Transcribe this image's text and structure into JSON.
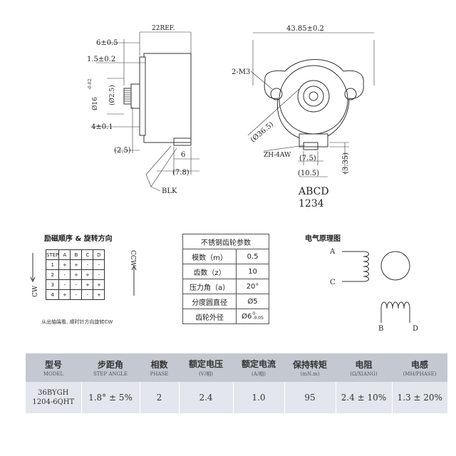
{
  "drawing": {
    "side": {
      "dim_6": "6±0.5",
      "dim_22ref": "22REF.",
      "dim_1_5": "1.5±0.2",
      "dim_shaft_dia": "Ø16",
      "dim_shaft_tol": "-0.02",
      "dim_hub": "(Ø2.5)",
      "dim_4": "4±0.1",
      "dim_2_5": "(2.5)",
      "dim_6b": "6",
      "dim_7_8": "(7.8)",
      "blk": "BLK"
    },
    "front": {
      "dim_width": "43.85±0.2",
      "holes": "2-M3",
      "dim_dia": "(Ø36.5)",
      "connector": "ZH-4AW",
      "dim_7_5": "(7.5)",
      "dim_10_5": "(10.5)",
      "dim_3_35": "(3.35)",
      "pins_letters": "ABCD",
      "pins_numbers": "1234"
    }
  },
  "step_sequence": {
    "title": "励磁顺序 & 旋转方向",
    "header": [
      "STEP",
      "A",
      "B",
      "C",
      "D"
    ],
    "rows": [
      [
        "1",
        "+",
        "+",
        "-",
        "-"
      ],
      [
        "2",
        "-",
        "+",
        "+",
        "-"
      ],
      [
        "3",
        "-",
        "-",
        "+",
        "+"
      ],
      [
        "4",
        "+",
        "-",
        "-",
        "+"
      ]
    ],
    "ccw": "CCW",
    "cw": "CW",
    "note": "从出轴端看, 顺时针方向旋转CW"
  },
  "gear": {
    "title": "不锈钢齿轮参数",
    "rows": [
      {
        "label": "模数（m）",
        "value": "0.5"
      },
      {
        "label": "齿数（z）",
        "value": "10"
      },
      {
        "label": "压力角（a）",
        "value": "20°"
      },
      {
        "label": "分度圆直径",
        "value": "Ø5"
      },
      {
        "label": "齿轮外径",
        "value": "Ø6",
        "sup": "0",
        "sub": "-0.05"
      }
    ]
  },
  "circuit": {
    "title": "电气原理图",
    "labels": [
      "A",
      "C",
      "B",
      "D"
    ]
  },
  "spec_table": {
    "headers": [
      {
        "zh": "型号",
        "en": "MODEL"
      },
      {
        "zh": "步距角",
        "en": "STEP ANGLE"
      },
      {
        "zh": "相数",
        "en": "PHASE"
      },
      {
        "zh": "额定电压",
        "en": "(V/相)"
      },
      {
        "zh": "额定电流",
        "en": "(A/相)"
      },
      {
        "zh": "保持转矩",
        "en": "(mN.m)"
      },
      {
        "zh": "电阻",
        "en": "(Ω/XIANG)"
      },
      {
        "zh": "电感",
        "en": "(MH/PHASE)"
      }
    ],
    "row": {
      "model_line1": "36BYGH",
      "model_line2": "1204-6QHT",
      "step_angle": "1.8° ± 5%",
      "phase": "2",
      "voltage": "2.4",
      "current": "1.0",
      "torque": "95",
      "resistance": "2.4 ± 10%",
      "inductance": "1.3 ± 20%"
    }
  }
}
